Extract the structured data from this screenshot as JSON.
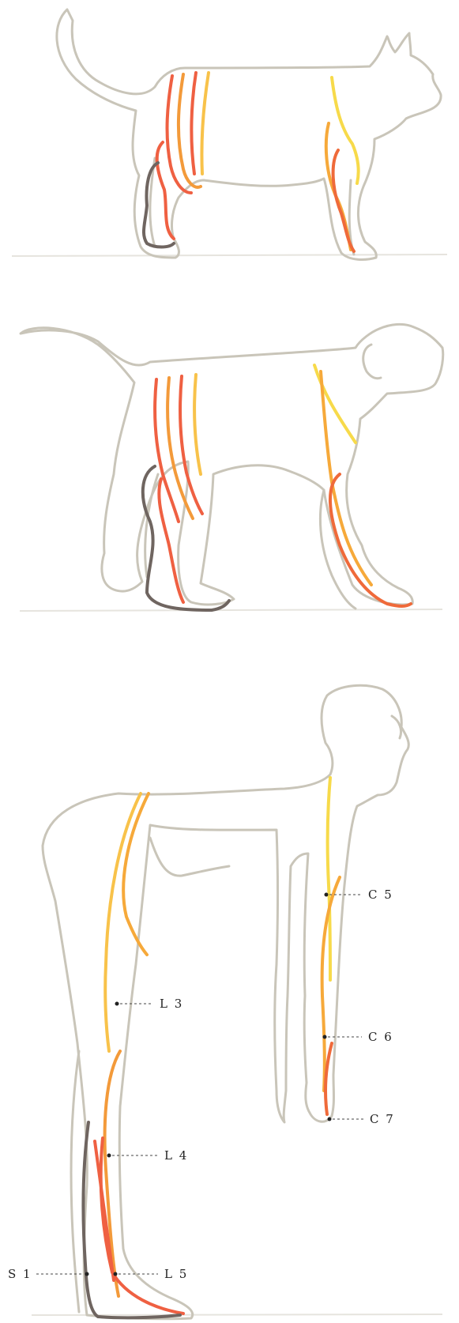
{
  "labels": {
    "c5": "C 5",
    "c6": "C 6",
    "c7": "C 7",
    "l3": "L 3",
    "l4": "L 4",
    "l5": "L 5",
    "s1": "S 1"
  },
  "colors": {
    "outline": "#c9c5b9",
    "cervical_5": "#f7da4a",
    "cervical_6": "#f6a93a",
    "cervical_7": "#ef6a3a",
    "lumbar_3": "#f8c24a",
    "lumbar_4": "#f39a3a",
    "lumbar_5": "#ef6042",
    "sacral_1": "#6f6560"
  }
}
